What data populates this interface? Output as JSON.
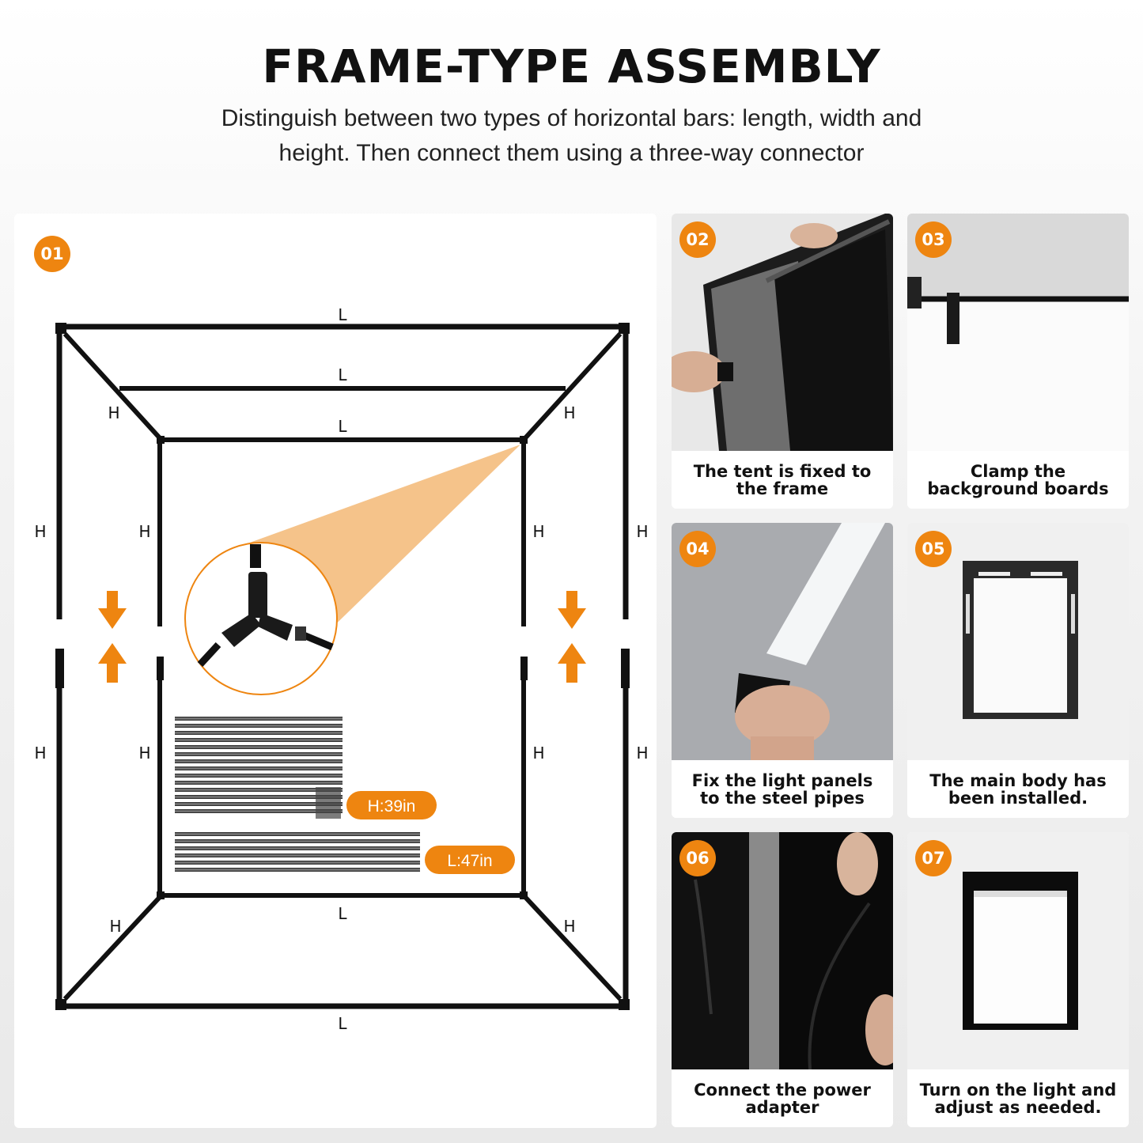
{
  "header": {
    "title": "FRAME-TYPE ASSEMBLY",
    "subtitle": "Distinguish between two types of horizontal bars: length, width and height. Then connect them using a three-way connector"
  },
  "diagram": {
    "step": "01",
    "length_label": "L",
    "height_label": "H",
    "tag_height": "H:39in",
    "tag_length": "L:47in",
    "accent_color": "#ee8510"
  },
  "steps": [
    {
      "number": "02",
      "caption": "The tent is fixed to the frame"
    },
    {
      "number": "03",
      "caption": "Clamp the background boards"
    },
    {
      "number": "04",
      "caption": "Fix the light panels to the steel pipes"
    },
    {
      "number": "05",
      "caption": "The main body has been installed."
    },
    {
      "number": "06",
      "caption": "Connect the power adapter"
    },
    {
      "number": "07",
      "caption": "Turn on the light and adjust as needed."
    }
  ]
}
